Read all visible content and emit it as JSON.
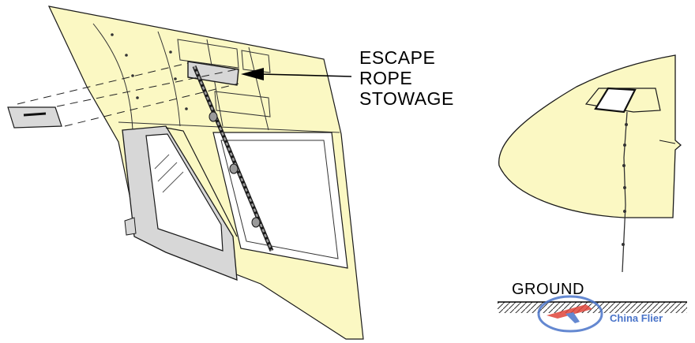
{
  "callout": {
    "lines": [
      "ESCAPE",
      "ROPE",
      "STOWAGE"
    ]
  },
  "ground_label": "GROUND",
  "watermark": {
    "text": "China Flier",
    "logo": "plane-logo-icon"
  },
  "colors": {
    "fuselage_fill": "#fbf8c3",
    "outline": "#1a1a1a",
    "frame_gray": "#d7d7d7",
    "watermark_blue": "#4a74c9",
    "watermark_red": "#e0453a"
  }
}
